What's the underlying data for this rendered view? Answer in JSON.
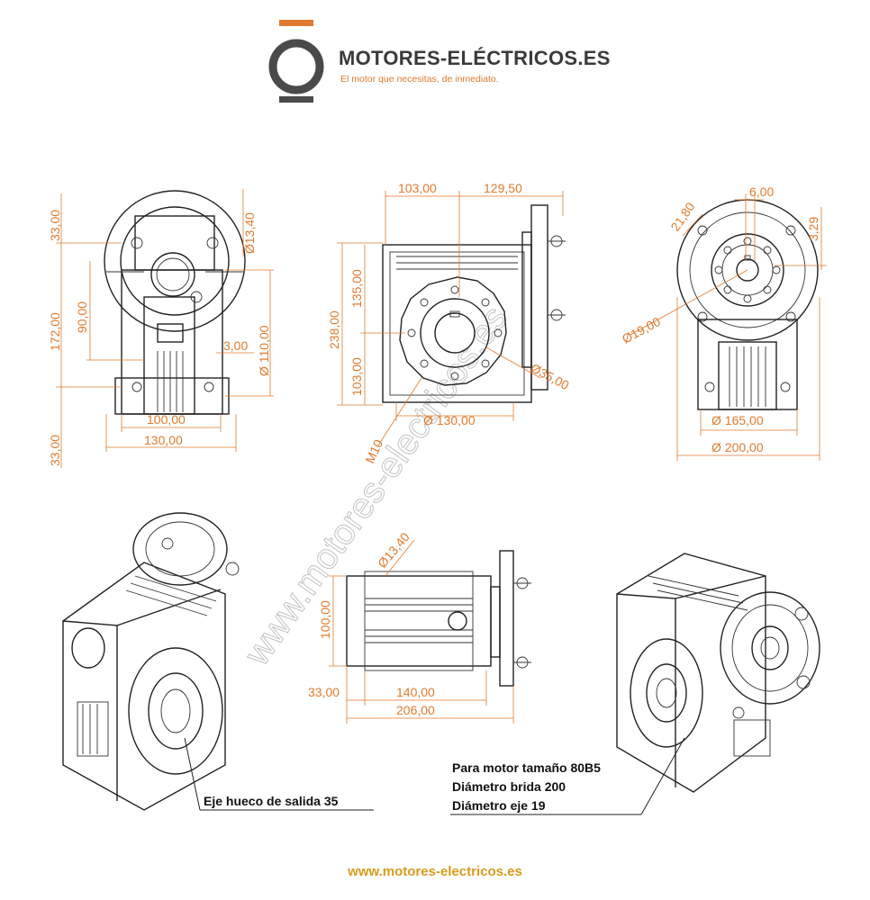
{
  "brand": {
    "title": "MOTORES-ELÉCTRICOS.ES",
    "tagline": "El motor que necesitas, de inmediato.",
    "accent_color": "#e07a2e",
    "dark_color": "#3a3a3a",
    "logo_icon": "o-logo-icon"
  },
  "watermark": "www.motores-electricos.es",
  "footer_url": "www.motores-electricos.es",
  "dimensions": {
    "left_view": {
      "d1": "33,00",
      "d2": "Ø13,40",
      "d3": "172,00",
      "d4": "90,00",
      "d5": "Ø 110,00",
      "d6": "3,00",
      "d7": "100,00",
      "d8": "130,00",
      "d9": "33,00"
    },
    "front_view": {
      "d1": "103,00",
      "d2": "129,50",
      "d3": "238,00",
      "d4": "135,00",
      "d5": "103,00",
      "d6": "Ø35,00",
      "d7": "Ø 130,00",
      "d8": "M10"
    },
    "right_view": {
      "d1": "6,00",
      "d2": "21,80",
      "d3": "3,29",
      "d4": "Ø19,00",
      "d5": "Ø 165,00",
      "d6": "Ø 200,00"
    },
    "top_view": {
      "d1": "Ø13,40",
      "d2": "100,00",
      "d3": "33,00",
      "d4": "140,00",
      "d5": "206,00"
    }
  },
  "notes": {
    "output": "Eje hueco de salida 35",
    "motor_line1": "Para motor tamaño 80B5",
    "motor_line2": "Diámetro brida 200",
    "motor_line3": "Diámetro eje 19"
  }
}
